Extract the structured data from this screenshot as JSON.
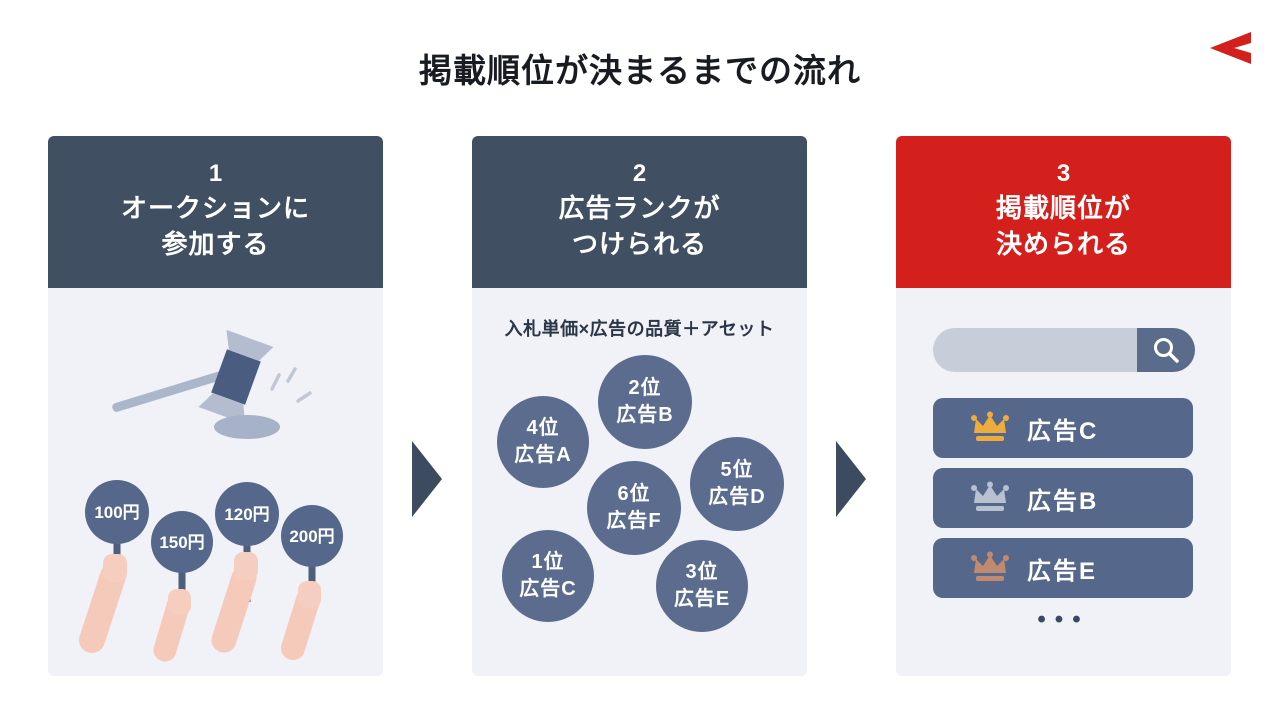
{
  "title": "掲載順位が決まるまでの流れ",
  "logo": {
    "name": "brand-logo",
    "color": "#d3201d"
  },
  "colors": {
    "header_slate": "#414f63",
    "header_red": "#d3201d",
    "panel_body": "#f0f2f7",
    "bubble_slate": "#5b6c8f",
    "row_slate": "#55678a",
    "arrow": "#3d4b60"
  },
  "steps": [
    {
      "number": "1",
      "line1": "オークションに",
      "line2": "参加する",
      "paddles": [
        {
          "label": "100円"
        },
        {
          "label": "150円"
        },
        {
          "label": "120円"
        },
        {
          "label": "200円"
        }
      ]
    },
    {
      "number": "2",
      "line1": "広告ランクが",
      "line2": "つけられる",
      "formula": "入札単価×広告の品質＋アセット",
      "ranks": [
        {
          "rank": "2位",
          "name": "広告B"
        },
        {
          "rank": "4位",
          "name": "広告A"
        },
        {
          "rank": "5位",
          "name": "広告D"
        },
        {
          "rank": "6位",
          "name": "広告F"
        },
        {
          "rank": "1位",
          "name": "広告C"
        },
        {
          "rank": "3位",
          "name": "広告E"
        }
      ]
    },
    {
      "number": "3",
      "line1": "掲載順位が",
      "line2": "決められる",
      "search": {
        "value": "",
        "icon": "magnifier-icon"
      },
      "results": [
        {
          "name": "広告C",
          "crown": "gold-crown-icon",
          "crown_color": "#efac3d"
        },
        {
          "name": "広告B",
          "crown": "silver-crown-icon",
          "crown_color": "#b7c1cf"
        },
        {
          "name": "広告E",
          "crown": "bronze-crown-icon",
          "crown_color": "#c08a70"
        }
      ],
      "more": "•••"
    }
  ]
}
